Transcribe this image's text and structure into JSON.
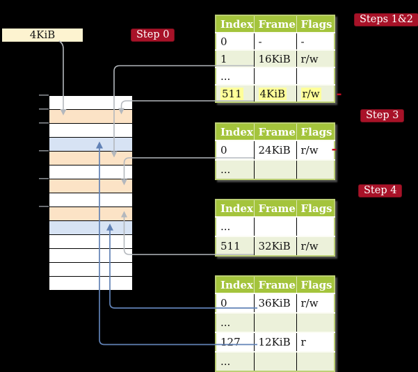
{
  "colors": {
    "header-green": "#a4c43c",
    "alt-green": "#ecf1da",
    "table-border": "#bccf74",
    "peach": "#fce3c6",
    "light-blue": "#d7e3f4",
    "cream": "#fdf3d0",
    "step-bg": "#a81228",
    "step-border": "#7c0f1d",
    "highlight-yellow": "#ffff99",
    "gray-line": "#b4b8bd",
    "blue-line": "#6182b6",
    "tick-gray": "#8d9297",
    "red-mark": "#c10b20"
  },
  "size_label": {
    "text": "4KiB"
  },
  "step_labels": [
    {
      "text": "Step 0"
    },
    {
      "text": "Steps 1&2"
    },
    {
      "text": "Step 3"
    },
    {
      "text": "Step 4"
    }
  ],
  "memory_strip": {
    "rows": [
      {
        "color": "white"
      },
      {
        "color": "peach"
      },
      {
        "color": "white"
      },
      {
        "color": "blue"
      },
      {
        "color": "peach"
      },
      {
        "color": "white"
      },
      {
        "color": "peach"
      },
      {
        "color": "white"
      },
      {
        "color": "peach"
      },
      {
        "color": "blue"
      },
      {
        "color": "white"
      },
      {
        "color": "white"
      },
      {
        "color": "white"
      },
      {
        "color": "white"
      }
    ]
  },
  "tables": [
    {
      "name": "page-table-steps-1-2",
      "headers": [
        "Index",
        "Frame",
        "Flags"
      ],
      "rows": [
        {
          "cells": [
            "0",
            "-",
            "-"
          ],
          "alt": false,
          "highlight": false
        },
        {
          "cells": [
            "1",
            "16KiB",
            "r/w"
          ],
          "alt": true,
          "highlight": false
        },
        {
          "cells": [
            "...",
            "",
            ""
          ],
          "alt": false,
          "highlight": false
        },
        {
          "cells": [
            "511",
            "4KiB",
            "r/w"
          ],
          "alt": true,
          "highlight": true
        }
      ]
    },
    {
      "name": "page-table-step-3",
      "headers": [
        "Index",
        "Frame",
        "Flags"
      ],
      "rows": [
        {
          "cells": [
            "0",
            "24KiB",
            "r/w"
          ],
          "alt": false,
          "highlight": false
        },
        {
          "cells": [
            "...",
            "",
            ""
          ],
          "alt": true,
          "highlight": false
        }
      ]
    },
    {
      "name": "page-table-step-4a",
      "headers": [
        "Index",
        "Frame",
        "Flags"
      ],
      "rows": [
        {
          "cells": [
            "...",
            "",
            ""
          ],
          "alt": false,
          "highlight": false
        },
        {
          "cells": [
            "511",
            "32KiB",
            "r/w"
          ],
          "alt": true,
          "highlight": false
        }
      ]
    },
    {
      "name": "page-table-step-4b",
      "headers": [
        "Index",
        "Frame",
        "Flags"
      ],
      "rows": [
        {
          "cells": [
            "0",
            "36KiB",
            "r/w"
          ],
          "alt": false,
          "highlight": false
        },
        {
          "cells": [
            "...",
            "",
            ""
          ],
          "alt": true,
          "highlight": false
        },
        {
          "cells": [
            "127",
            "12KiB",
            "r"
          ],
          "alt": false,
          "highlight": false
        },
        {
          "cells": [
            "...",
            "",
            ""
          ],
          "alt": true,
          "highlight": false
        }
      ]
    }
  ]
}
